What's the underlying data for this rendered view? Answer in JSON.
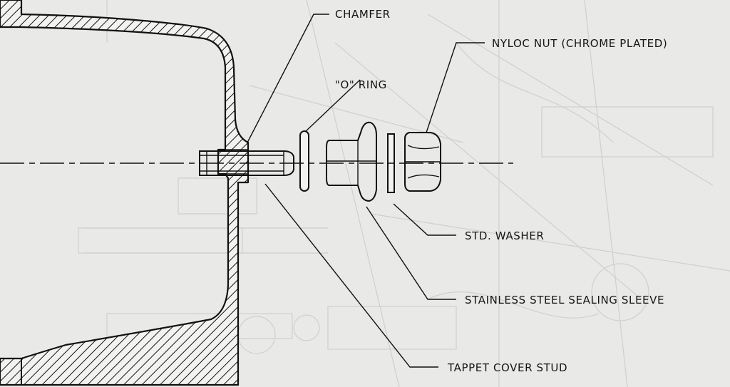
{
  "diagram": {
    "labels": {
      "chamfer": "CHAMFER",
      "nyloc_nut": "NYLOC NUT (CHROME PLATED)",
      "o_ring": "\"O\" RING",
      "std_washer": "STD. WASHER",
      "sealing_sleeve": "STAINLESS STEEL SEALING SLEEVE",
      "tappet_cover_stud": "TAPPET COVER STUD"
    }
  }
}
